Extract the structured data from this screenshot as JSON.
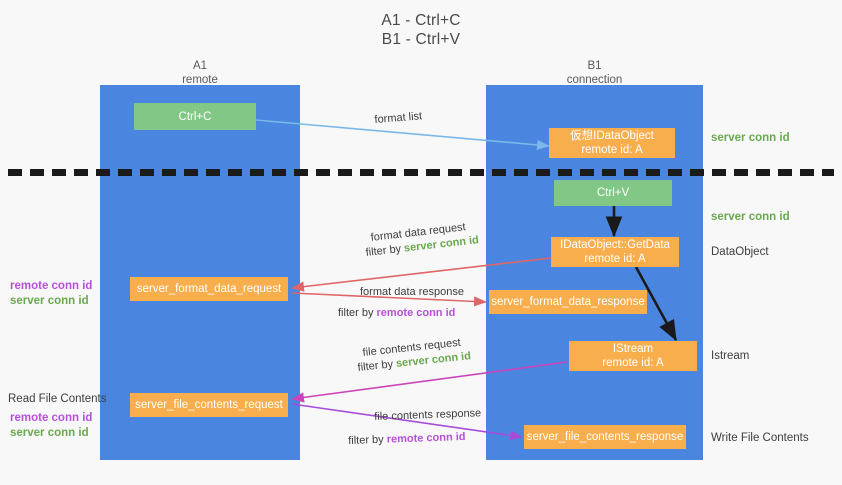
{
  "title": {
    "line1": "A1 - Ctrl+C",
    "line2": "B1 - Ctrl+V"
  },
  "colors": {
    "lane": "#4a86e0",
    "green_box": "#82c785",
    "orange_box": "#f9ae4d",
    "server_conn_id": "#6aa84f",
    "remote_conn_id": "#b750d8",
    "arrow_blue": "#7bb8e8",
    "arrow_red": "#e06666",
    "arrow_magenta": "#cc44bb",
    "arrow_purple": "#a64dd8",
    "arrow_black": "#1a1a1a",
    "background": "#f8f8f8"
  },
  "lanes": [
    {
      "id": "a1",
      "title": "A1",
      "subtitle": "remote"
    },
    {
      "id": "b1",
      "title": "B1",
      "subtitle": "connection"
    }
  ],
  "boxes": [
    {
      "id": "ctrl-c",
      "kind": "green",
      "line1": "Ctrl+C",
      "line2": ""
    },
    {
      "id": "idataobject",
      "kind": "orange",
      "line1": "仮想IDataObject",
      "line2": "remote id: A"
    },
    {
      "id": "ctrl-v",
      "kind": "green",
      "line1": "Ctrl+V",
      "line2": ""
    },
    {
      "id": "idataobject-getdata",
      "kind": "orange",
      "line1": "IDataObject::GetData",
      "line2": "remote id: A"
    },
    {
      "id": "server-format-data-request",
      "kind": "orange",
      "line1": "server_format_data_request",
      "line2": ""
    },
    {
      "id": "server-format-data-response",
      "kind": "orange",
      "line1": "server_format_data_response",
      "line2": ""
    },
    {
      "id": "istream",
      "kind": "orange",
      "line1": "IStream",
      "line2": "remote id: A"
    },
    {
      "id": "server-file-contents-request",
      "kind": "orange",
      "line1": "server_file_contents_request",
      "line2": ""
    },
    {
      "id": "server-file-contents-response",
      "kind": "orange",
      "line1": "server_file_contents_response",
      "line2": ""
    }
  ],
  "right_labels": [
    {
      "id": "server-conn-id-1",
      "text": "server conn id",
      "style": "green"
    },
    {
      "id": "server-conn-id-2",
      "text": "server conn id",
      "style": "green"
    },
    {
      "id": "dataobject",
      "text": "DataObject",
      "style": "dark"
    },
    {
      "id": "istream",
      "text": "Istream",
      "style": "dark"
    },
    {
      "id": "write-file-contents",
      "text": "Write File Contents",
      "style": "dark"
    }
  ],
  "left_labels": [
    {
      "id": "remote-conn-id-1",
      "text": "remote conn id",
      "style": "purple"
    },
    {
      "id": "server-conn-id-1",
      "text": "server conn id",
      "style": "green"
    },
    {
      "id": "read-file-contents",
      "text": "Read File Contents",
      "style": "dark"
    },
    {
      "id": "remote-conn-id-2",
      "text": "remote conn id",
      "style": "purple"
    },
    {
      "id": "server-conn-id-2",
      "text": "server conn id",
      "style": "green"
    }
  ],
  "edge_labels": [
    {
      "id": "format-list",
      "text": "format list"
    },
    {
      "id": "format-data-request",
      "text": "format data request"
    },
    {
      "id": "format-data-request-filter",
      "prefix": "filter by ",
      "value": "server conn id",
      "value_style": "green"
    },
    {
      "id": "format-data-response",
      "text": "format data response"
    },
    {
      "id": "format-data-response-filter",
      "prefix": "filter by ",
      "value": "remote conn id",
      "value_style": "purple"
    },
    {
      "id": "file-contents-request",
      "text": "file contents request"
    },
    {
      "id": "file-contents-request-filter",
      "prefix": "filter by ",
      "value": "server conn id",
      "value_style": "green"
    },
    {
      "id": "file-contents-response",
      "text": "file contents response"
    },
    {
      "id": "file-contents-response-filter",
      "prefix": "filter by ",
      "value": "remote conn id",
      "value_style": "purple"
    }
  ]
}
